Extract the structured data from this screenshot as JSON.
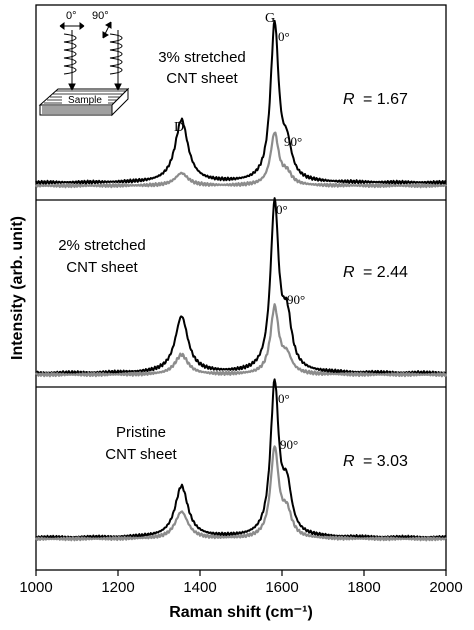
{
  "chart_data": {
    "type": "line",
    "xlabel": "Raman shift (cm⁻¹)",
    "ylabel": "Intensity (arb. unit)",
    "xlim": [
      1000,
      2000
    ],
    "xticks": [
      1000,
      1200,
      1400,
      1600,
      1800,
      2000
    ],
    "grid": false,
    "legend": "none",
    "peak_labels": {
      "D": "D",
      "G": "G"
    },
    "inset": {
      "label_left": "0°",
      "label_right": "90°",
      "sample": "Sample"
    },
    "panels": [
      {
        "label_line1": "3% stretched",
        "label_line2": "CNT sheet",
        "ratio_label": "R",
        "ratio_value": "= 1.67",
        "series": [
          {
            "name": "0°",
            "color": "#000000",
            "baseline": 0.06,
            "d_height": 0.4,
            "g_height": 1.0,
            "shoulder": 0.2
          },
          {
            "name": "90°",
            "color": "#8c8c8c",
            "baseline": 0.04,
            "d_height": 0.08,
            "g_height": 0.33,
            "shoulder": 0.07
          }
        ]
      },
      {
        "label_line1": "2% stretched",
        "label_line2": "CNT sheet",
        "ratio_label": "R",
        "ratio_value": "= 2.44",
        "series": [
          {
            "name": "0°",
            "color": "#000000",
            "baseline": 0.03,
            "d_height": 0.34,
            "g_height": 1.0,
            "shoulder": 0.3
          },
          {
            "name": "90°",
            "color": "#8c8c8c",
            "baseline": 0.02,
            "d_height": 0.12,
            "g_height": 0.4,
            "shoulder": 0.1
          }
        ]
      },
      {
        "label_line1": "Pristine",
        "label_line2": "CNT sheet",
        "ratio_label": "R",
        "ratio_value": "= 3.03",
        "series": [
          {
            "name": "0°",
            "color": "#000000",
            "baseline": 0.05,
            "d_height": 0.34,
            "g_height": 1.0,
            "shoulder": 0.3
          },
          {
            "name": "90°",
            "color": "#8c8c8c",
            "baseline": 0.04,
            "d_height": 0.18,
            "g_height": 0.59,
            "shoulder": 0.16
          }
        ]
      }
    ]
  }
}
